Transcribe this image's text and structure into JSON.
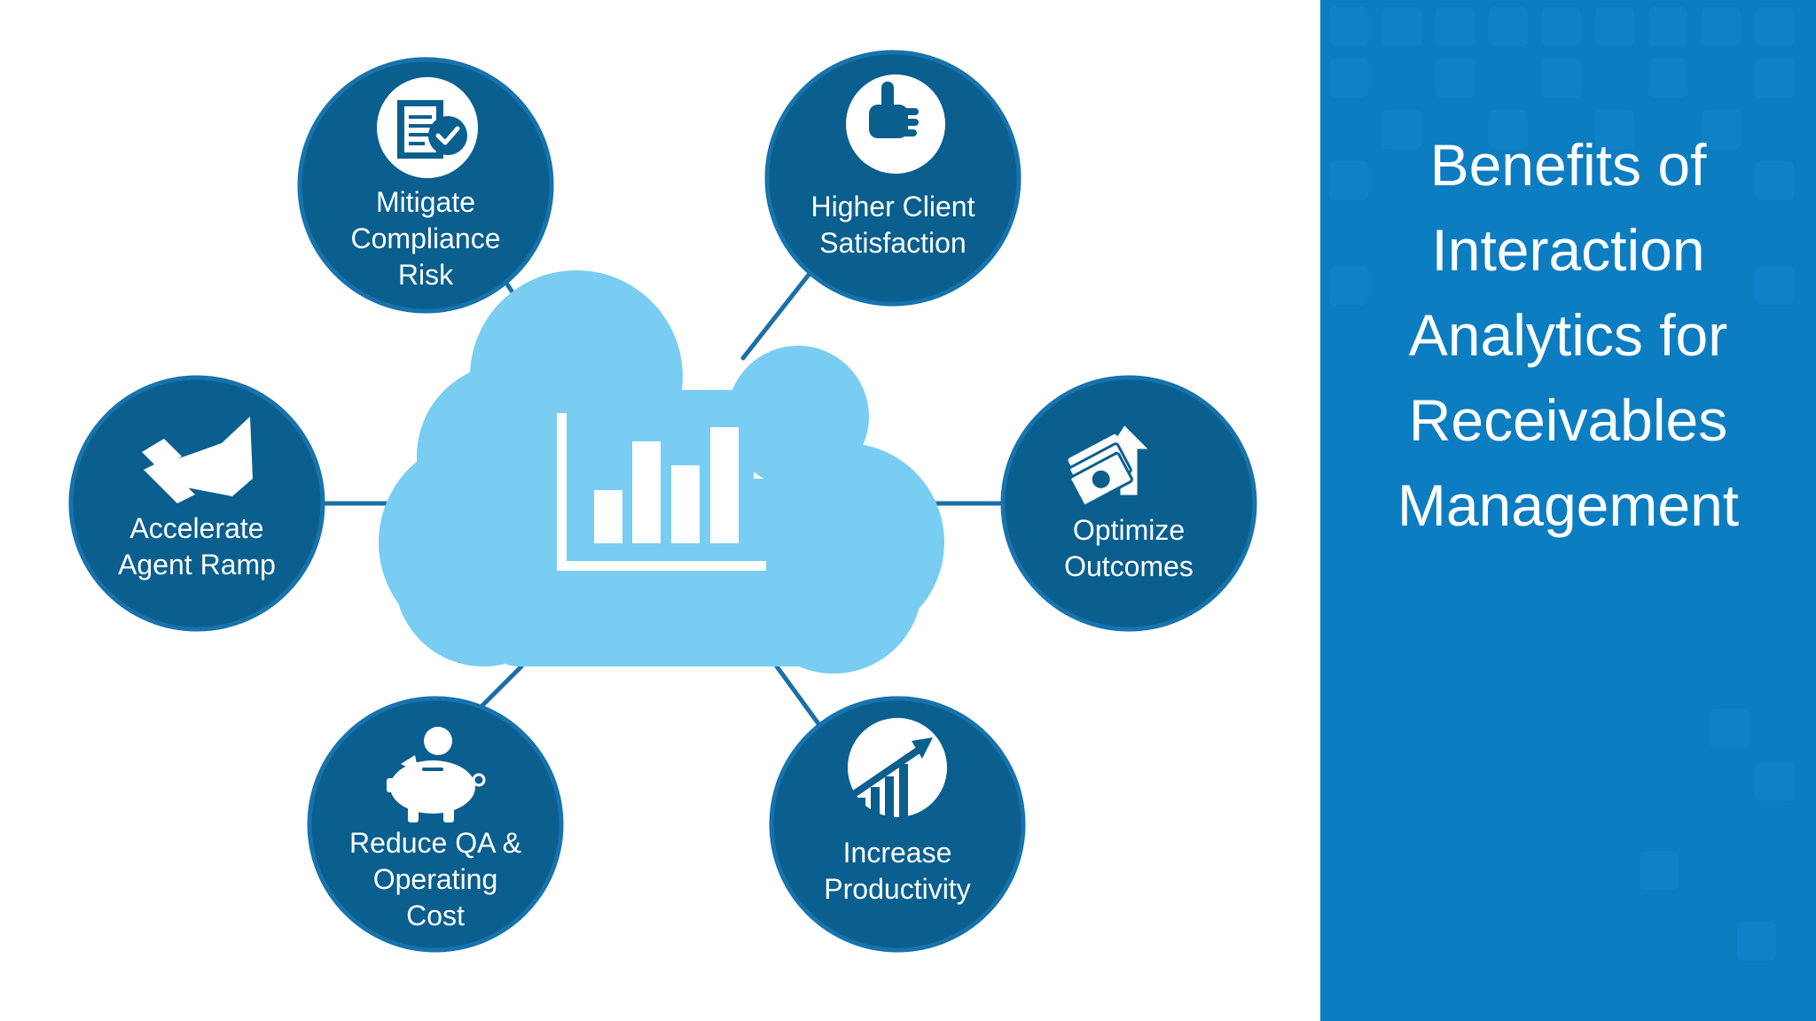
{
  "panel": {
    "title_lines": [
      "Benefits of",
      "Interaction",
      "Analytics for",
      "Receivables",
      "Management"
    ]
  },
  "center": {
    "icon": "bar-chart-icon"
  },
  "nodes": [
    {
      "id": "mitigate",
      "lines": [
        "Mitigate",
        "Compliance",
        "Risk"
      ],
      "icon": "compliance-document-check-icon"
    },
    {
      "id": "satisfaction",
      "lines": [
        "Higher Client",
        "Satisfaction"
      ],
      "icon": "thumbs-up-icon"
    },
    {
      "id": "accelerate",
      "lines": [
        "Accelerate",
        "Agent Ramp"
      ],
      "icon": "ramp-shoe-icon"
    },
    {
      "id": "optimize",
      "lines": [
        "Optimize",
        "Outcomes"
      ],
      "icon": "money-arrow-up-icon"
    },
    {
      "id": "reduce",
      "lines": [
        "Reduce QA &",
        "Operating",
        "Cost"
      ],
      "icon": "piggy-bank-icon"
    },
    {
      "id": "productivity",
      "lines": [
        "Increase",
        "Productivity"
      ],
      "icon": "growth-chart-arrow-icon"
    }
  ],
  "colors": {
    "node_fill": "#0a5f8f",
    "node_border": "#1673ad",
    "connector": "#1b6fa6",
    "cloud": "#79cdf2",
    "panel": "#0d7dc2",
    "text": "#ffffff"
  }
}
